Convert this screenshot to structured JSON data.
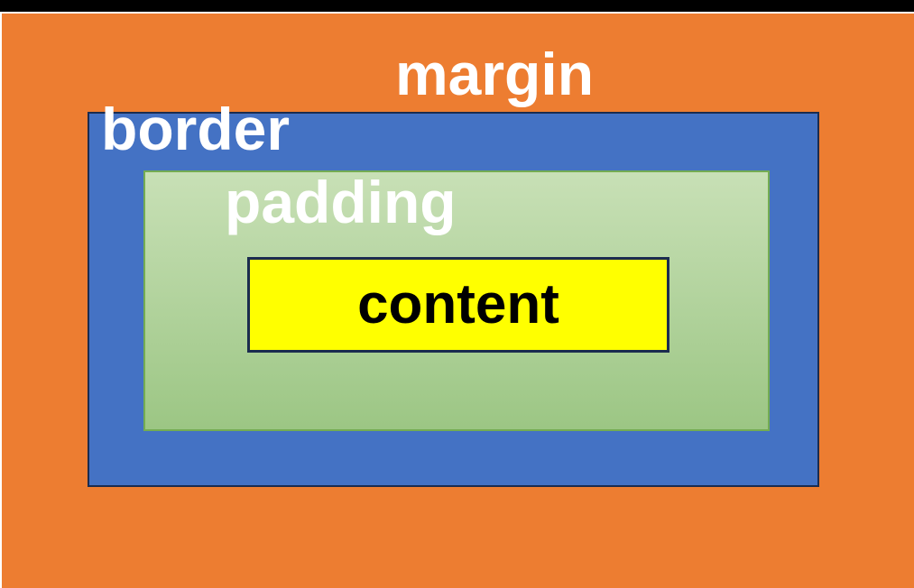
{
  "page": {
    "background_color": "#FFFFFF",
    "top_bar_color": "#000000"
  },
  "diagram": {
    "type": "css-box-model",
    "boxes": {
      "margin": {
        "label": "margin",
        "fill": "#ED7D31",
        "text_color": "#FFFFFF"
      },
      "border": {
        "label": "border",
        "fill": "#4472C4",
        "edge_color": "#1B2C4F",
        "text_color": "#FFFFFF"
      },
      "padding": {
        "label": "padding",
        "fill_top": "#C8E0B6",
        "fill_bottom": "#9CC684",
        "edge_color": "#74AC52",
        "text_color": "#FFFFFF"
      },
      "content": {
        "label": "content",
        "fill": "#FFFF00",
        "edge_color": "#1B2C4F",
        "text_color": "#000000"
      }
    }
  }
}
